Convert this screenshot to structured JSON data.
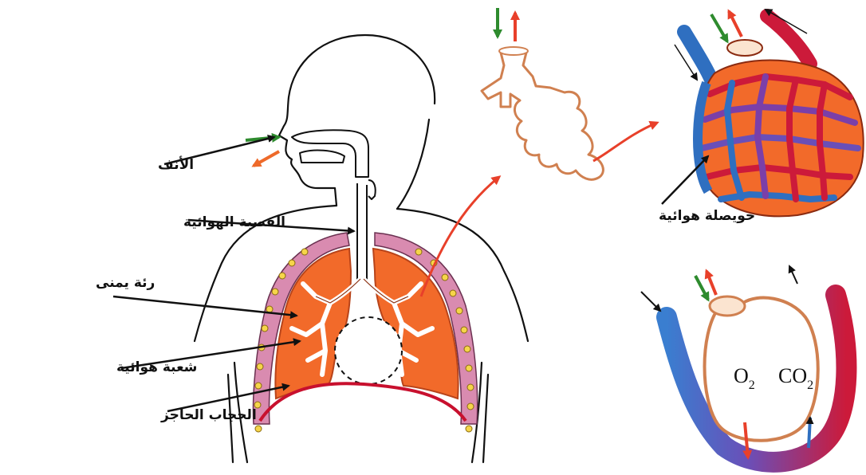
{
  "labels": {
    "nose": "الأنف",
    "trachea": "القصبة الهوائية",
    "right_lung": "رئة يمنى",
    "bronchiole": "شعبة هوائية",
    "diaphragm": "الحجاب الحاجز",
    "alveolus": "حويصلة هوائية"
  },
  "gases": {
    "oxygen": "O",
    "oxygen_sub": "2",
    "carbon_dioxide": "CO",
    "carbon_dioxide_sub": "2"
  },
  "colors": {
    "lung_fill": "#f26a2a",
    "lung_outline": "#b8441a",
    "pleura_pink": "#d98bb0",
    "dot_yellow": "#f6d54a",
    "diaphragm_red": "#c8102e",
    "arrow_green": "#2e8b2e",
    "arrow_red": "#e8402a",
    "arrow_orange": "#ee6a2a",
    "blood_red": "#cc1a3a",
    "blood_blue": "#2f6fc0",
    "vessel_purple": "#7b3fa8",
    "line_black": "#111111"
  }
}
